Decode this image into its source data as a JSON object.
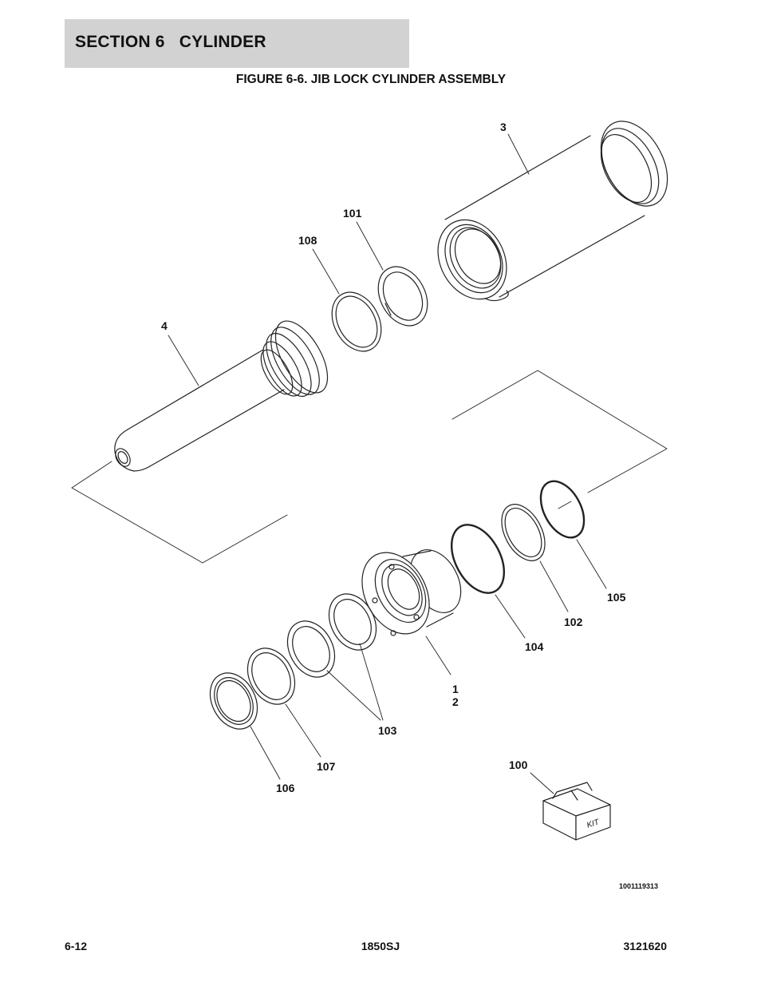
{
  "header": {
    "section_title": "SECTION 6   CYLINDER"
  },
  "figure": {
    "title": "FIGURE 6-6. JIB LOCK CYLINDER ASSEMBLY",
    "drawing_number": "1001119313",
    "kit_label": "KIT",
    "callouts": {
      "c3": "3",
      "c101": "101",
      "c108": "108",
      "c4": "4",
      "c105": "105",
      "c102": "102",
      "c104": "104",
      "c1": "1",
      "c2": "2",
      "c103": "103",
      "c107": "107",
      "c106": "106",
      "c100": "100"
    }
  },
  "footer": {
    "page_number": "6-12",
    "model": "1850SJ",
    "manual_number": "3121620"
  }
}
